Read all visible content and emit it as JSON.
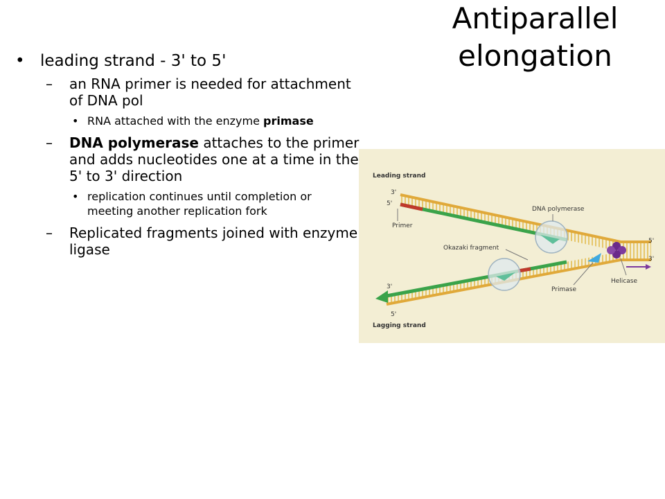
{
  "slide": {
    "title_line1": "Antiparallel",
    "title_line2": "elongation",
    "bullet1": "leading strand - 3' to 5'",
    "sub1": "an RNA primer is needed for attachment of DNA pol",
    "sub1_detail_pre": "RNA attached with the enzyme ",
    "sub1_detail_bold": "primase",
    "sub2_bold": "DNA polymerase",
    "sub2_rest": " attaches to the primer and adds nucleotides one at a time in the 5' to 3' direction",
    "sub2_detail": "replication continues until completion or meeting another replication fork",
    "sub3": "Replicated fragments joined with enzyme ligase"
  },
  "figure": {
    "leading_strand": "Leading strand",
    "lagging_strand": "Lagging strand",
    "top_3prime": "3'",
    "top_5prime": "5'",
    "right_5prime": "5'",
    "right_3prime": "3'",
    "bottom_3prime": "3'",
    "bottom_5prime": "5'",
    "primer": "Primer",
    "dna_polymerase": "DNA polymerase",
    "okazaki_fragment": "Okazaki fragment",
    "primase": "Primase",
    "helicase": "Helicase",
    "colors": {
      "backbone": "#e0a93a",
      "rungs": "#e6c66a",
      "new_strand": "#3aa34a",
      "primer": "#c0392b",
      "helicase": "#6a2a8a",
      "primase": "#3fa9e0"
    }
  }
}
